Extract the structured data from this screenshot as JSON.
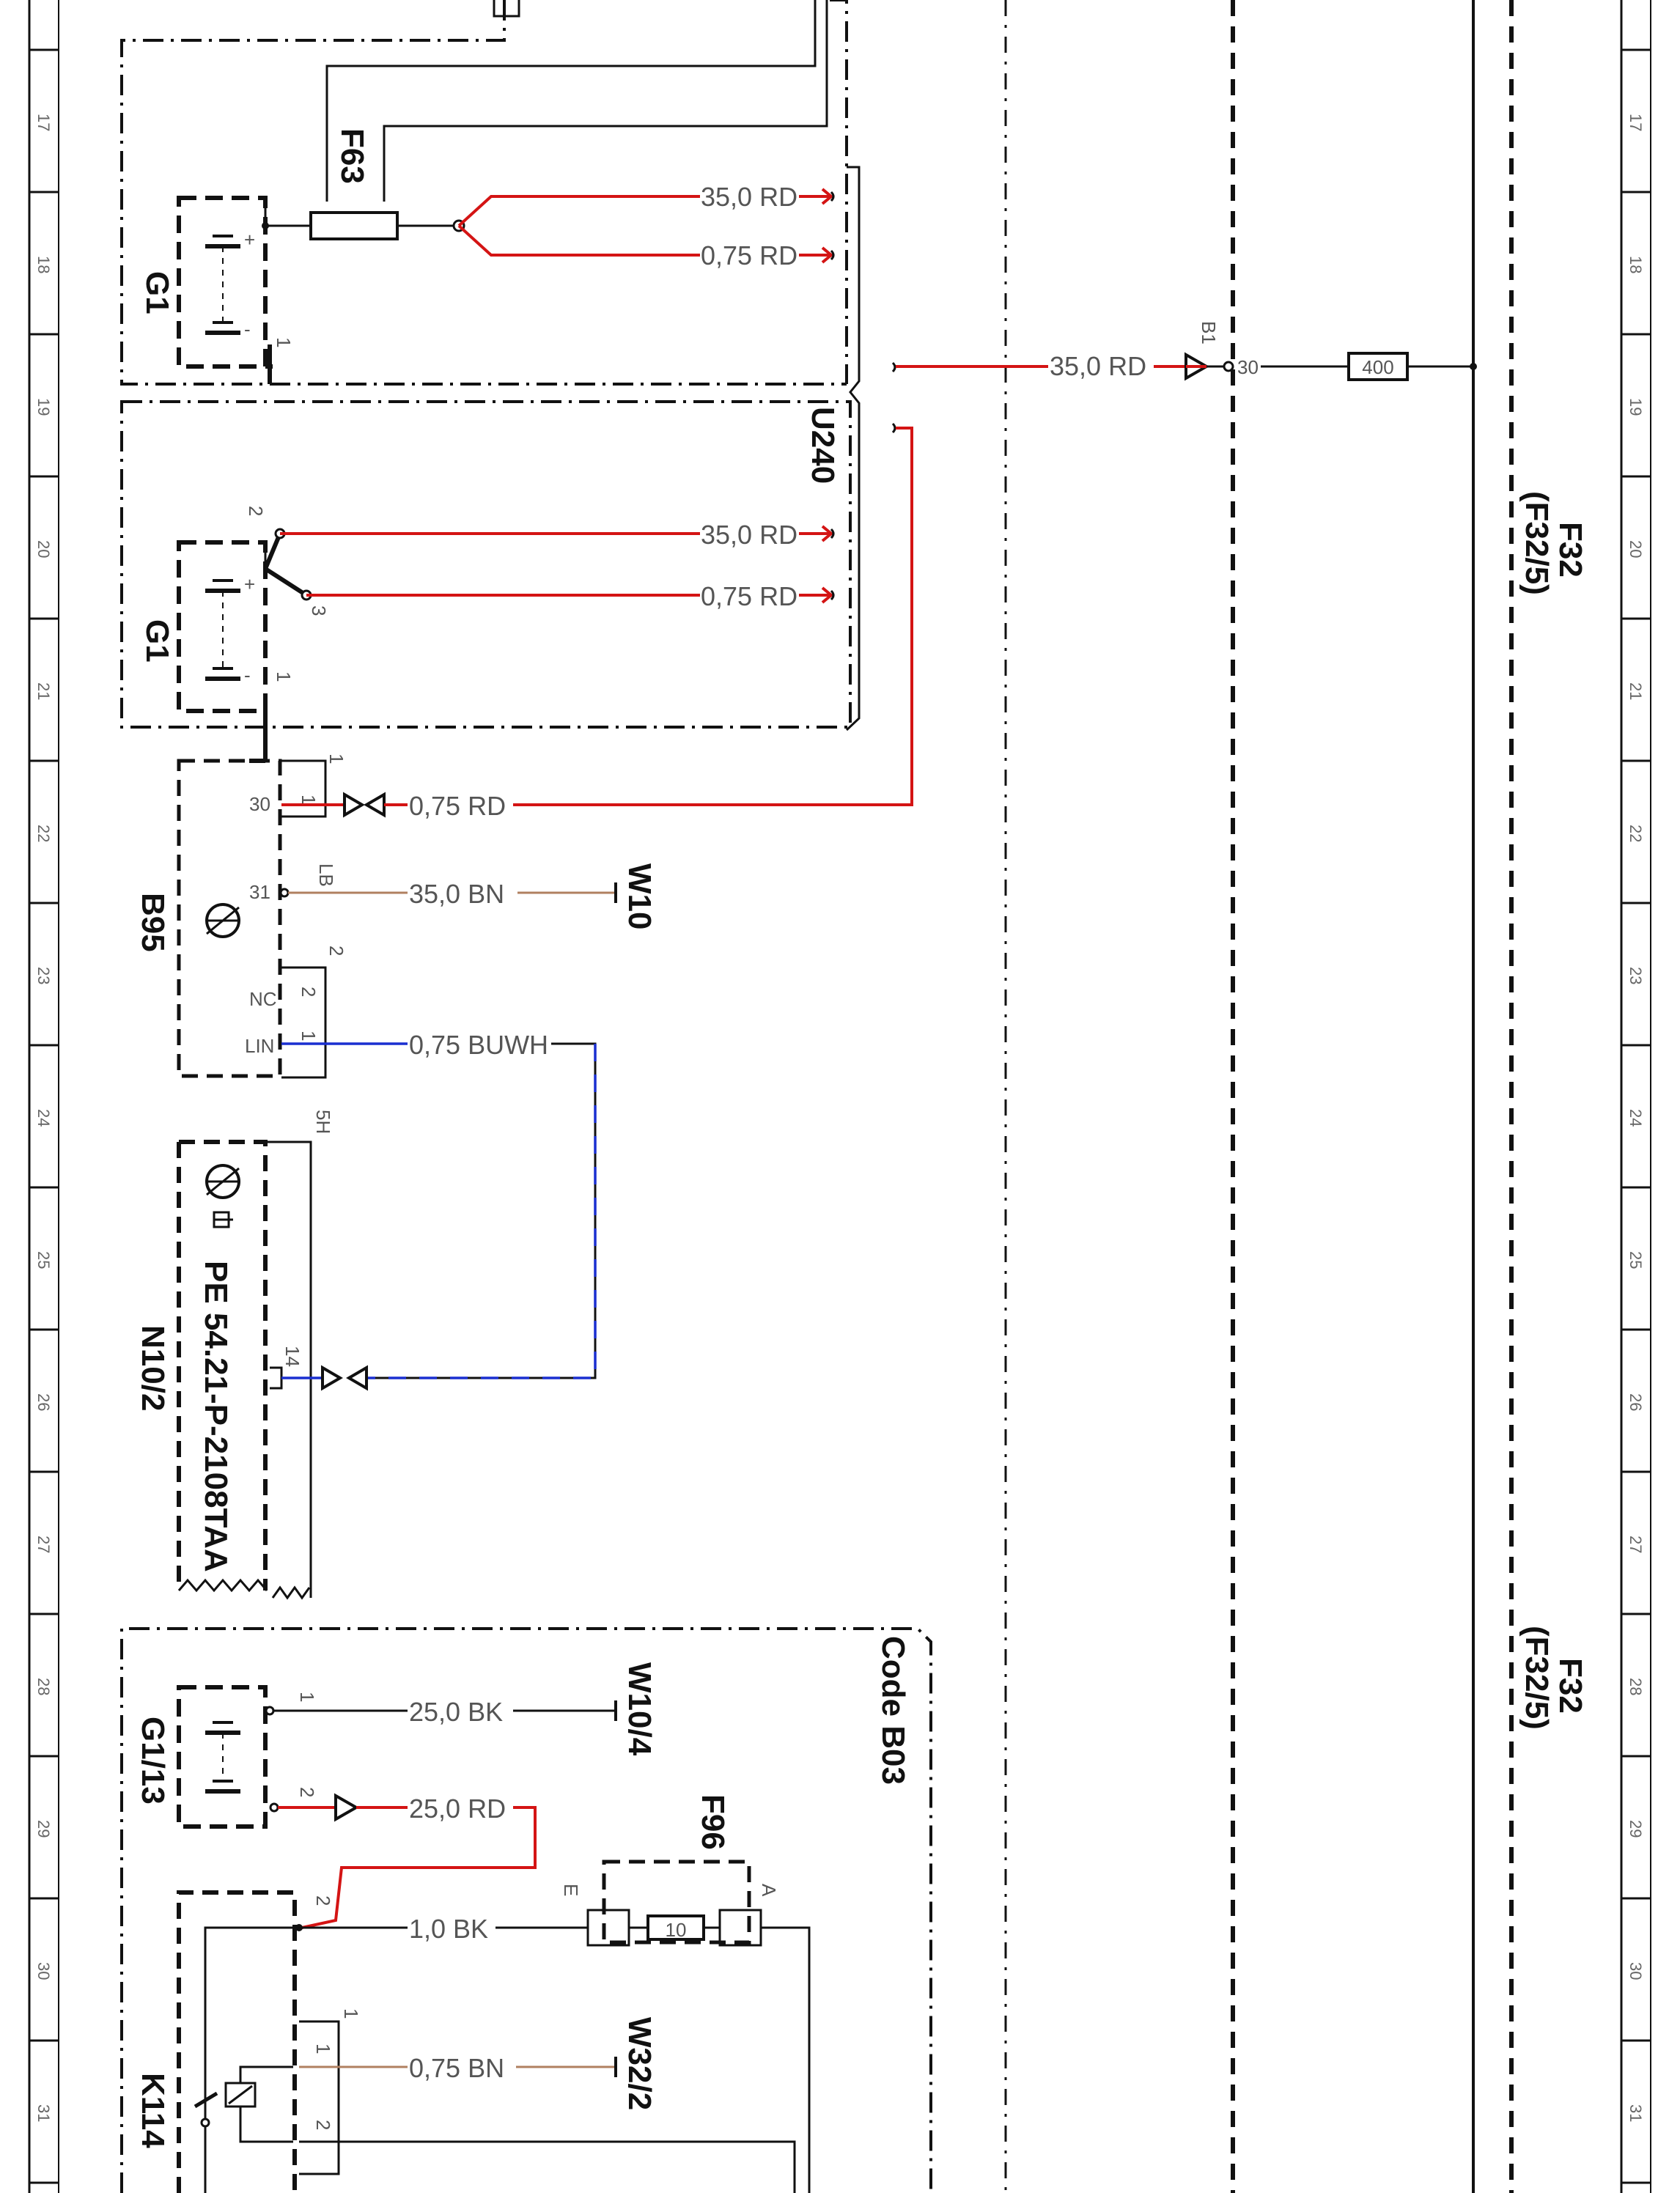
{
  "ruler": {
    "numbers": [
      "17",
      "18",
      "19",
      "20",
      "21",
      "22",
      "23",
      "24",
      "25",
      "26",
      "27",
      "28",
      "29",
      "30",
      "31"
    ]
  },
  "components": {
    "f63": "F63",
    "g1_top": "G1",
    "g1_mid": "G1",
    "u240": "U240",
    "b95": "B95",
    "w10": "W10",
    "n10_2": "N10/2",
    "pe_ref": "PE 54.21-P-2108TAA",
    "g1_13": "G1/13",
    "w10_4": "W10/4",
    "code_b03": "Code B03",
    "f96": "F96",
    "k114": "K114",
    "w32_2": "W32/2",
    "f32_a": "F32",
    "f32_5_a": "(F32/5)",
    "f32_b": "F32",
    "f32_5_b": "(F32/5)",
    "fuse_400": "400",
    "fuse_10": "10",
    "b1": "B1"
  },
  "wires": {
    "w1": "35,0 RD",
    "w2": "0,75 RD",
    "w3": "35,0 RD",
    "w4": "35,0 RD",
    "w5": "0,75 RD",
    "w6": "0,75 RD",
    "w7": "35,0 BN",
    "w8": "0,75 BUWH",
    "w9": "25,0 BK",
    "w10": "25,0 RD",
    "w11": "1,0 BK",
    "w12": "0,75 BN"
  },
  "pins": {
    "p_plus_top": "+",
    "p_minus_top": "-",
    "p1_top": "1",
    "p2_mid": "2",
    "p3_mid": "3",
    "p_plus_mid": "+",
    "p_minus_mid": "-",
    "p1_mid": "1",
    "p30_b95": "30",
    "p31_b95": "31",
    "p_nc": "NC",
    "p_lin": "LIN",
    "p_lb": "LB",
    "p1_b95a": "1",
    "p1_b95b": "1",
    "p2_b95a": "2",
    "p2_b95b": "2",
    "p1_b95c": "1",
    "p14": "14",
    "p5h": "5H",
    "p1_g113": "1",
    "p2_g113": "2",
    "p2_k114": "2",
    "p1_k114a": "1",
    "p1_k114b": "1",
    "p2_k114b": "2",
    "p_e": "E",
    "p_a": "A",
    "p30_f32": "30"
  }
}
